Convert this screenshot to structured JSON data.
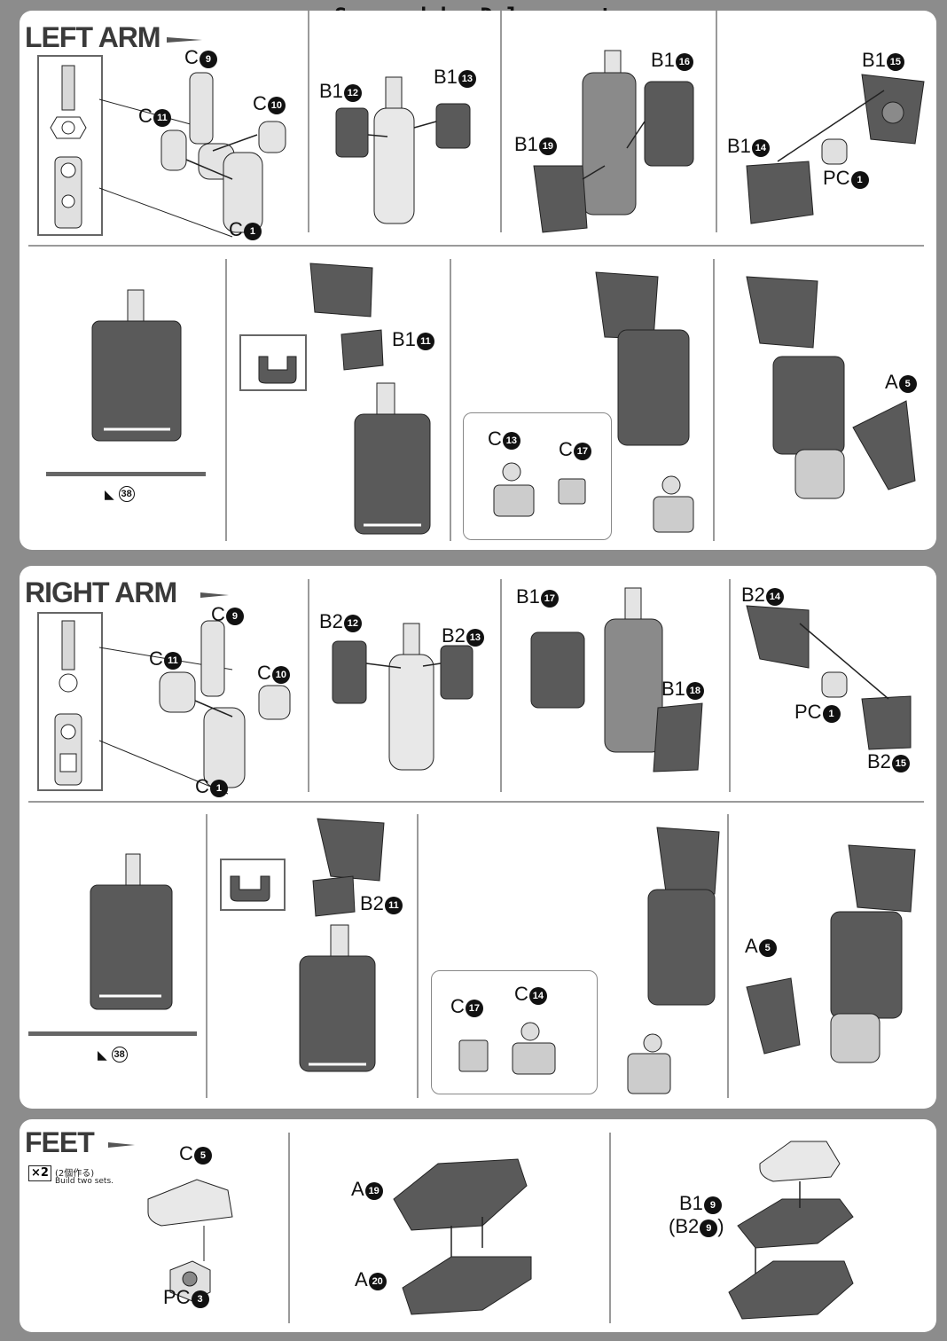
{
  "watermark": "Scanned by Dalong.net",
  "sections": {
    "left_arm": {
      "title": "LEFT ARM",
      "labels": {
        "c9": {
          "letter": "C",
          "num": "9"
        },
        "c11": {
          "letter": "C",
          "num": "11"
        },
        "c10": {
          "letter": "C",
          "num": "10"
        },
        "c1": {
          "letter": "C",
          "num": "1"
        },
        "b1_12": {
          "letter": "B1",
          "num": "12"
        },
        "b1_13": {
          "letter": "B1",
          "num": "13"
        },
        "b1_16": {
          "letter": "B1",
          "num": "16"
        },
        "b1_19": {
          "letter": "B1",
          "num": "19"
        },
        "b1_15": {
          "letter": "B1",
          "num": "15"
        },
        "b1_14": {
          "letter": "B1",
          "num": "14"
        },
        "pc1": {
          "letter": "PC",
          "num": "1"
        },
        "b1_11": {
          "letter": "B1",
          "num": "11"
        },
        "c13": {
          "letter": "C",
          "num": "13"
        },
        "c17": {
          "letter": "C",
          "num": "17"
        },
        "a5": {
          "letter": "A",
          "num": "5"
        },
        "ref38": "38"
      }
    },
    "right_arm": {
      "title": "RIGHT ARM",
      "labels": {
        "c9": {
          "letter": "C",
          "num": "9"
        },
        "c11": {
          "letter": "C",
          "num": "11"
        },
        "c10": {
          "letter": "C",
          "num": "10"
        },
        "c1": {
          "letter": "C",
          "num": "1"
        },
        "b2_12": {
          "letter": "B2",
          "num": "12"
        },
        "b2_13": {
          "letter": "B2",
          "num": "13"
        },
        "b1_17": {
          "letter": "B1",
          "num": "17"
        },
        "b1_18": {
          "letter": "B1",
          "num": "18"
        },
        "b2_14": {
          "letter": "B2",
          "num": "14"
        },
        "pc1": {
          "letter": "PC",
          "num": "1"
        },
        "b2_15": {
          "letter": "B2",
          "num": "15"
        },
        "b2_11": {
          "letter": "B2",
          "num": "11"
        },
        "c17": {
          "letter": "C",
          "num": "17"
        },
        "c14": {
          "letter": "C",
          "num": "14"
        },
        "a5": {
          "letter": "A",
          "num": "5"
        },
        "ref38": "38"
      }
    },
    "feet": {
      "title": "FEET",
      "build_count": "×2",
      "build_jp": "(2個作る)",
      "build_en": "Build two sets.",
      "labels": {
        "c5": {
          "letter": "C",
          "num": "5"
        },
        "pc3": {
          "letter": "PC",
          "num": "3"
        },
        "a19": {
          "letter": "A",
          "num": "19"
        },
        "a20": {
          "letter": "A",
          "num": "20"
        },
        "b1_9": {
          "letter": "B1",
          "num": "9"
        },
        "b2_9": {
          "letter": "(B2",
          "num": "9",
          "suffix": ")"
        }
      }
    }
  },
  "colors": {
    "background": "#8c8c8c",
    "panel": "#ffffff",
    "part_dark": "#5a5a5a",
    "part_light": "#d8d8d8"
  }
}
